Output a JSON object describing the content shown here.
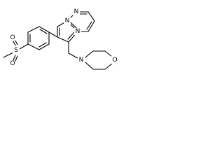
{
  "molecule": {
    "colors": {
      "bond": "#000000",
      "background": "#ffffff"
    },
    "atoms": {
      "pyrimidine_n_top": "N",
      "fused_n": "N",
      "imidazole_n": "N",
      "sulfur": "S",
      "sulfonyl_o_upper": "O",
      "sulfonyl_o_lower": "O",
      "morpholine_n": "N",
      "morpholine_o": "O"
    }
  }
}
